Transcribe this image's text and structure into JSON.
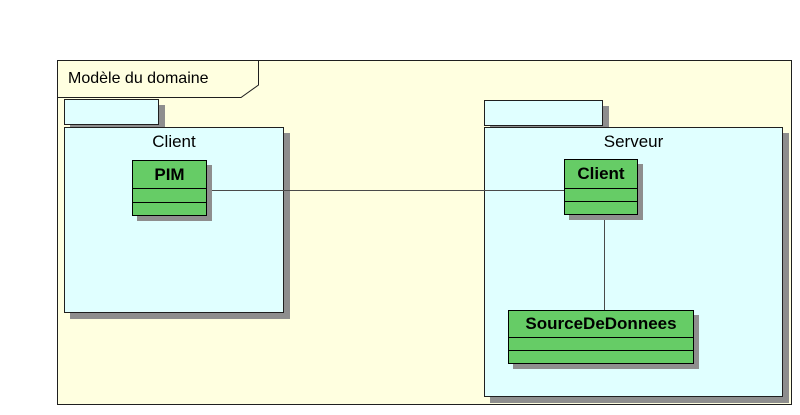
{
  "diagram": {
    "type": "uml-package-diagram",
    "root_package": {
      "label": "Modèle du domaine"
    },
    "packages": [
      {
        "title": "Client"
      },
      {
        "title": "Serveur"
      }
    ],
    "classes": [
      {
        "name": "PIM",
        "package": "Client",
        "compartments": 3
      },
      {
        "name": "Client",
        "package": "Serveur",
        "compartments": 3
      },
      {
        "name": "SourceDeDonnees",
        "package": "Serveur",
        "compartments": 3
      }
    ],
    "connectors": [
      {
        "from": "PIM",
        "to": "Client",
        "orientation": "horizontal"
      },
      {
        "from": "Client",
        "to": "SourceDeDonnees",
        "orientation": "vertical"
      }
    ],
    "colors": {
      "canvas_background": "#FFFFFF",
      "root_package_fill": "#FFFFE0",
      "subpackage_fill": "#E0FFFF",
      "class_fill": "#66CC66",
      "border": "#1F1F1F",
      "connector": "#4A4A4A",
      "shadow": "#8E8E8E"
    }
  }
}
